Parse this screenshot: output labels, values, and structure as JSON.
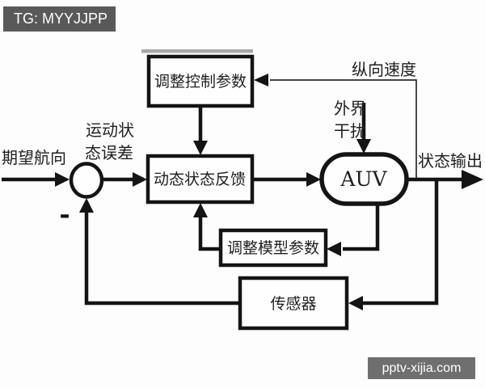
{
  "watermarks": {
    "top_left": "TG: MYYJJPP",
    "bottom_right": "pptv-xijia.com"
  },
  "diagram": {
    "nodes": {
      "adjust_control": "调整控制参数",
      "dynamic_feedback": "动态状态反馈",
      "auv": "AUV",
      "adjust_model": "调整模型参数",
      "sensor": "传感器"
    },
    "labels": {
      "desired_heading": "期望航向",
      "motion_error_line1": "运动状",
      "motion_error_line2": "态误差",
      "disturbance_line1": "外界",
      "disturbance_line2": "干扰",
      "longitudinal_velocity": "纵向速度",
      "state_output": "状态输出",
      "minus_sign": "-"
    },
    "colors": {
      "line": "#141414",
      "background": "#fdfdfd",
      "tg_badge_bg": "#595959",
      "watermark_bg": "#6f6f6f",
      "faded_bar": "#a8a8a8"
    }
  }
}
